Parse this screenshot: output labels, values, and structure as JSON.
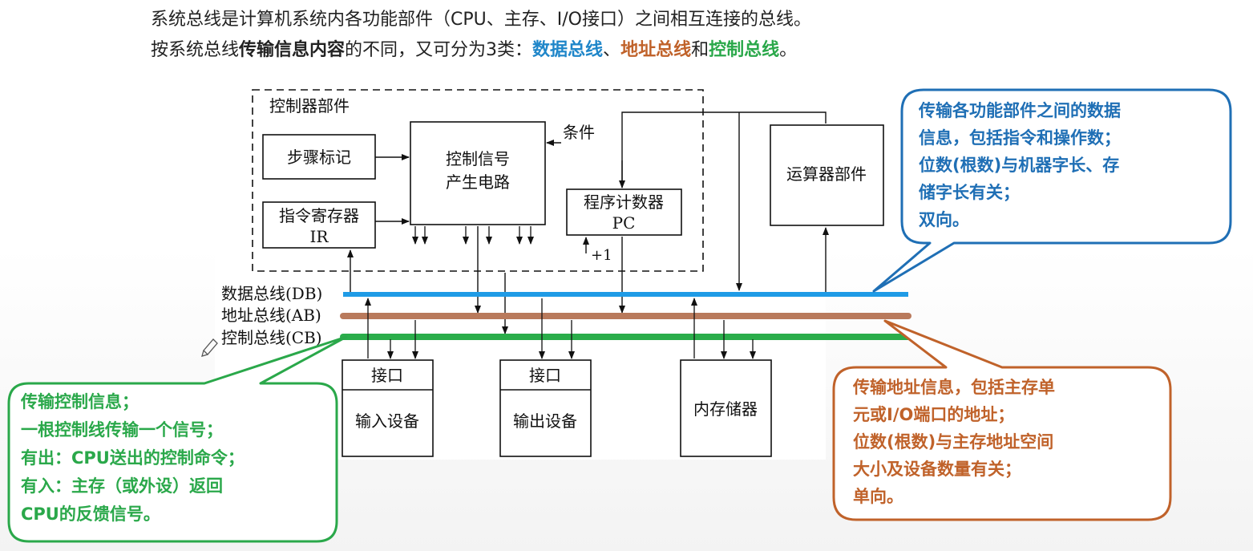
{
  "intro": {
    "line1": "系统总线是计算机系统内各功能部件（CPU、主存、I/O接口）之间相互连接的总线。",
    "line2_prefix": "按系统总线",
    "line2_bold": "传输信息内容",
    "line2_middle": "的不同，又可分为3类：",
    "data_bus_name": "数据总线",
    "sep1": "、",
    "addr_bus_name": "地址总线",
    "sep2": "和",
    "ctrl_bus_name": "控制总线",
    "end": "。"
  },
  "diagram": {
    "controller_group_label": "控制器部件",
    "step_marker": "步骤标记",
    "ctrl_signal_line1": "控制信号",
    "ctrl_signal_line2": "产生电路",
    "condition": "条件",
    "ir_line1": "指令寄存器",
    "ir_line2": "IR",
    "pc_line1": "程序计数器",
    "pc_line2": "PC",
    "plus_one": "+1",
    "alu": "运算器部件",
    "db_label": "数据总线(DB)",
    "ab_label": "地址总线(AB)",
    "cb_label": "控制总线(CB)",
    "interface1": "接口",
    "input_device": "输入设备",
    "interface2": "接口",
    "output_device": "输出设备",
    "memory": "内存储器"
  },
  "callouts": {
    "data": [
      "传输各功能部件之间的数据",
      "信息，包括指令和操作数；",
      "位数(根数)与机器字长、存",
      "储字长有关；",
      "双向。"
    ],
    "address": [
      "传输地址信息，包括主存单",
      "元或I/O端口的地址；",
      "位数(根数)与主存地址空间",
      "大小及设备数量有关；",
      "单向。"
    ],
    "control": [
      "传输控制信息；",
      "一根控制线传输一个信号；",
      "有出：CPU送出的控制命令；",
      "有入：主存（或外设）返回",
      "CPU的反馈信号。"
    ]
  },
  "colors": {
    "data_bus": "#1f9be6",
    "address_bus": "#b97a5c",
    "control_bus": "#2aad4a",
    "data_callout": "#1f6fb5",
    "address_callout": "#c0622a",
    "control_callout": "#2aa84a"
  },
  "icons": [
    "pencil-icon"
  ]
}
